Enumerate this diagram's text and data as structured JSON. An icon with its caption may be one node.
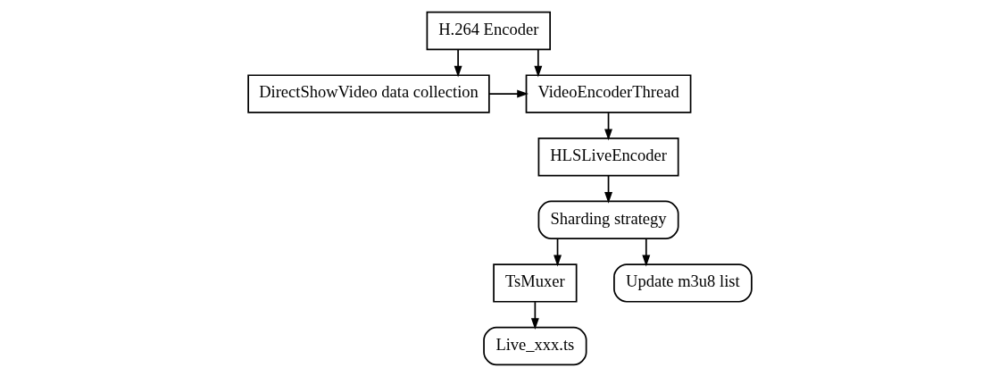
{
  "diagram": {
    "nodes": [
      {
        "text": [
          "DirectShowVideo data collection"
        ]
      },
      {
        "text": [
          "VideoEncoderThread"
        ]
      },
      {
        "text": [
          "H.264 Encoder"
        ]
      },
      {
        "text": [
          "HLSLiveEncoder"
        ]
      },
      {
        "text": [
          "Sharding strategy"
        ]
      },
      {
        "text": [
          "TsMuxer"
        ]
      },
      {
        "text": [
          "Update m3u8 list"
        ]
      },
      {
        "text": [
          "Live_xxx.ts"
        ]
      }
    ],
    "edges": [
      {
        "from": 0,
        "to": 1,
        "arrow": "to"
      },
      {
        "from": 2,
        "to": 1,
        "arrow": "to"
      },
      {
        "from": 2,
        "to": 0,
        "arrow": "to"
      },
      {
        "from": 1,
        "to": 3,
        "arrow": "to"
      },
      {
        "from": 3,
        "to": 4,
        "arrow": "to"
      },
      {
        "from": 4,
        "to": 5,
        "arrow": "to"
      },
      {
        "from": 4,
        "to": 6,
        "arrow": "to"
      },
      {
        "from": 5,
        "to": 7,
        "arrow": "to"
      }
    ]
  }
}
